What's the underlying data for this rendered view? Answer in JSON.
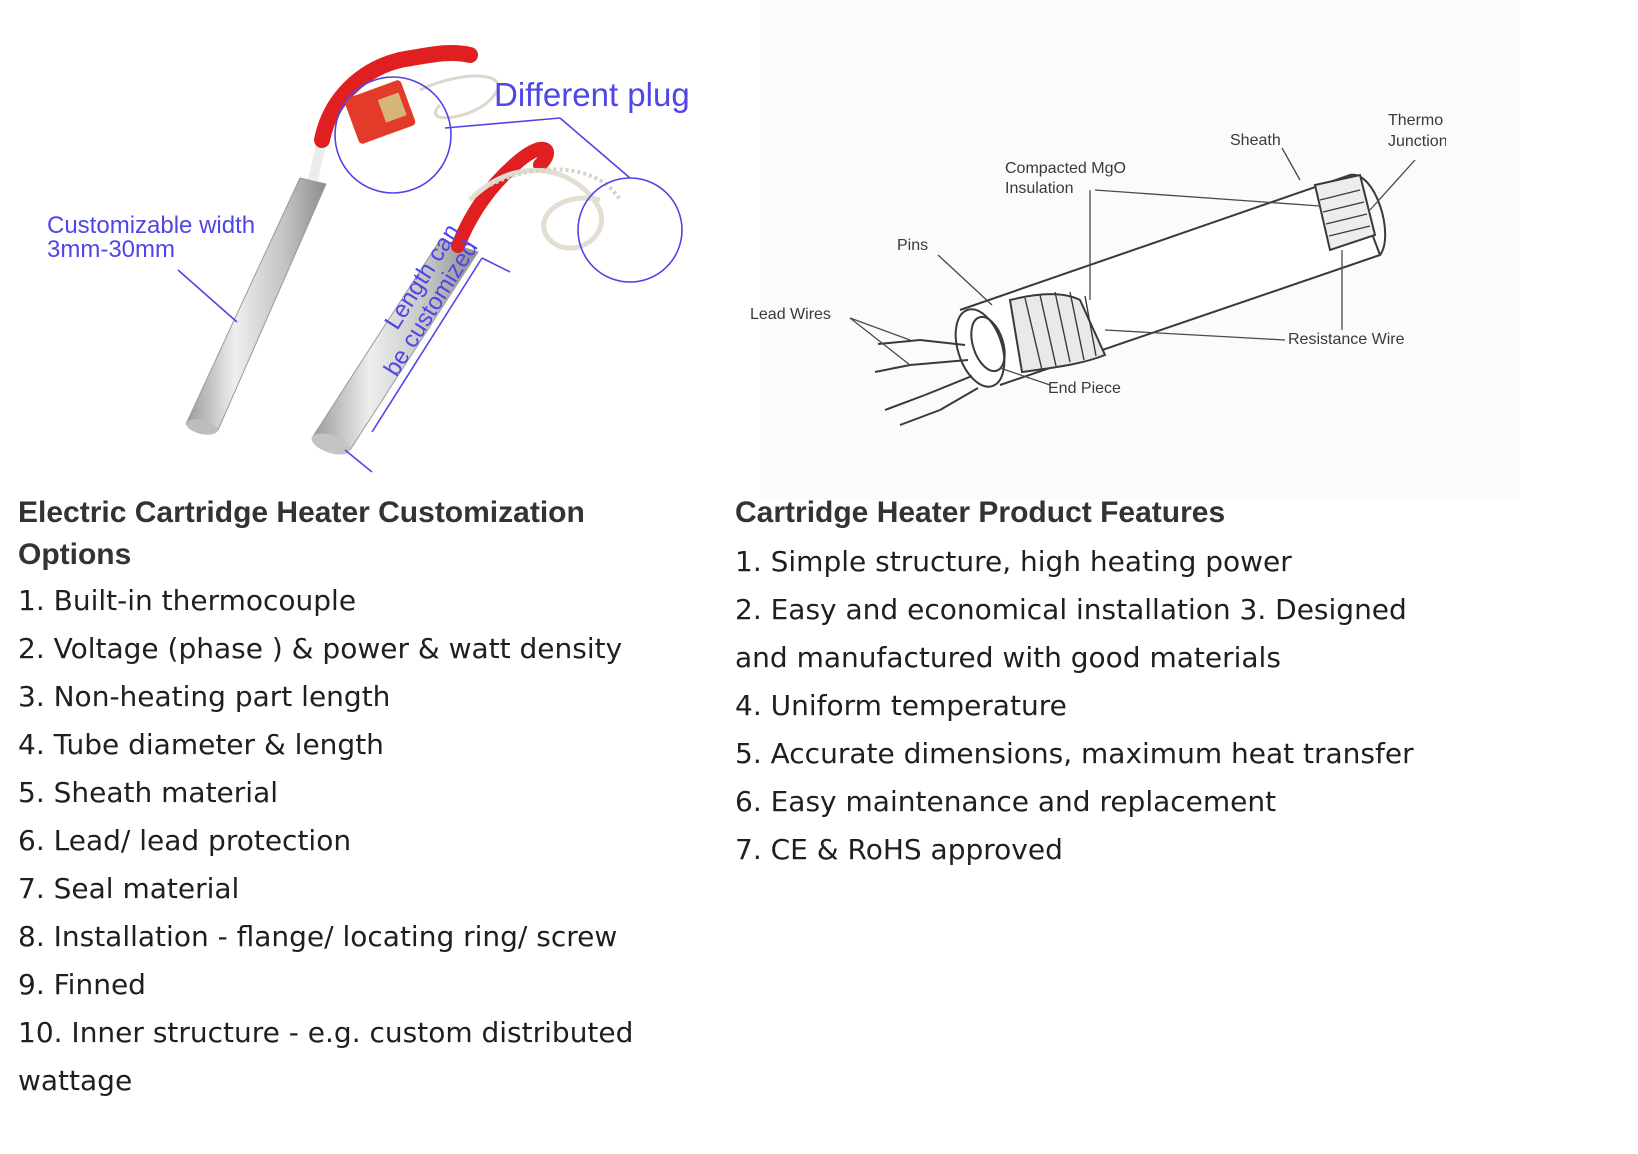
{
  "left_figure": {
    "plug_label": "Different plug",
    "width_label_line1": "Customizable width",
    "width_label_line2": "3mm-30mm",
    "length_label_line1": "Length can",
    "length_label_line2": "be customized"
  },
  "right_figure": {
    "labels": {
      "sheath": "Sheath",
      "thermo_junction_line1": "Thermo",
      "thermo_junction_line2": "Junction",
      "mgo_line1": "Compacted MgO",
      "mgo_line2": "Insulation",
      "pins": "Pins",
      "lead_wires": "Lead Wires",
      "resistance_wire": "Resistance Wire",
      "end_piece": "End Piece"
    }
  },
  "customization": {
    "heading": "Electric Cartridge Heater Customization Options",
    "items": [
      "1. Built-in thermocouple",
      "2. Voltage (phase ) & power & watt density",
      "3. Non-heating part length",
      "4. Tube diameter & length",
      "5. Sheath material",
      "6. Lead/ lead protection",
      "7. Seal material",
      "8. Installation - flange/ locating ring/ screw",
      "9. Finned",
      "10. Inner structure - e.g. custom distributed wattage"
    ]
  },
  "features": {
    "heading": "Cartridge Heater Product Features",
    "items": [
      "1. Simple structure, high heating power",
      "2. Easy and economical installation 3. Designed and manufactured with good materials",
      "4. Uniform temperature",
      "5. Accurate dimensions, maximum heat transfer",
      "6. Easy maintenance and replacement",
      "7. CE & RoHS approved"
    ]
  },
  "colors": {
    "annotation": "#4f46e5",
    "wire_red": "#e02020",
    "sheath_silver": "#c8c8c8",
    "heading": "#333333"
  }
}
